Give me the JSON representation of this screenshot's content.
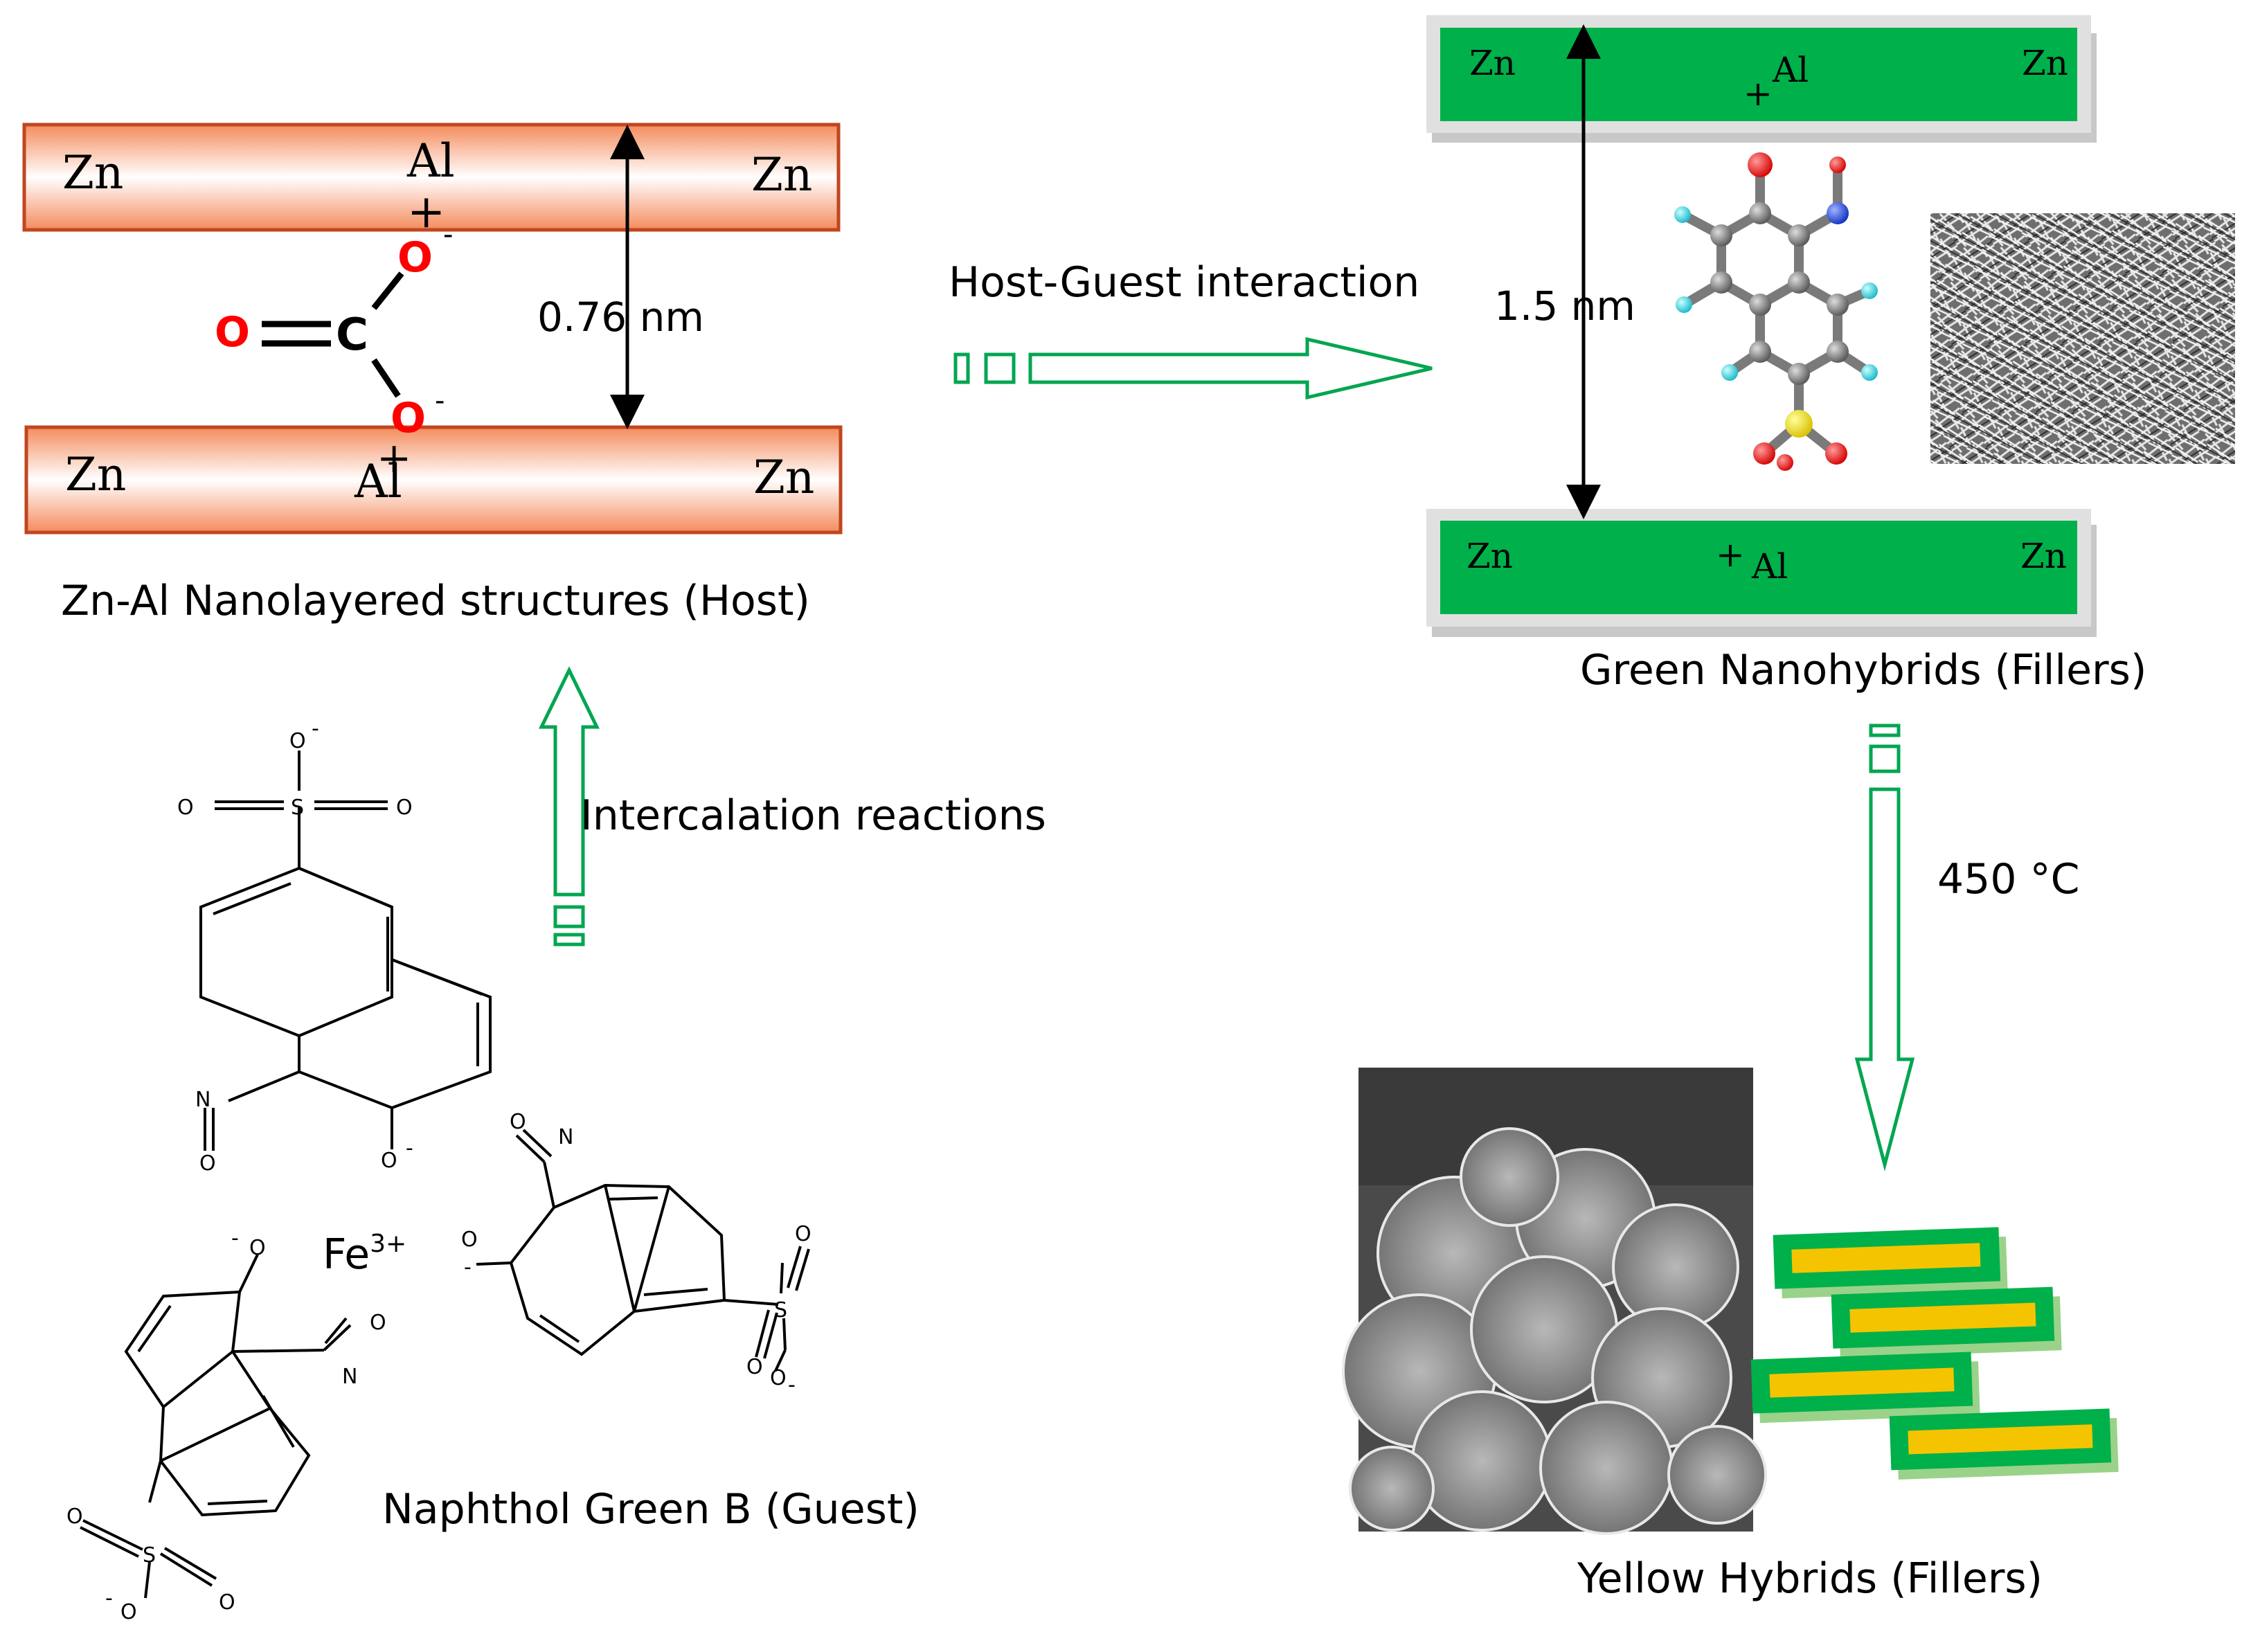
{
  "host_layers": {
    "top": {
      "left": "Zn",
      "center": "Al",
      "right": "Zn",
      "charge": "+"
    },
    "bottom": {
      "left": "Zn",
      "center": "Al",
      "right": "Zn",
      "charge": "+"
    },
    "spacing": "0.76 nm",
    "caption": "Zn-Al Nanolayered structures (Host)"
  },
  "carbonate": {
    "carbon": "C",
    "oxygen": "O",
    "charge": "-"
  },
  "green_layers": {
    "top": {
      "left": "Zn",
      "center": "Al",
      "right": "Zn",
      "charge": "+"
    },
    "bottom": {
      "left": "Zn",
      "center": "Al",
      "right": "Zn",
      "charge": "+"
    },
    "spacing": "1.5 nm",
    "caption": "Green Nanohybrids (Fillers)"
  },
  "arrows": {
    "host_guest": "Host-Guest interaction",
    "intercalation": "Intercalation reactions",
    "temperature": "450 °C"
  },
  "guest": {
    "caption": "Naphthol Green B (Guest)",
    "metal": "Fe",
    "metal_charge": "3+",
    "atoms": {
      "O": "O",
      "S": "S",
      "N": "N",
      "charge": "-"
    }
  },
  "yellow": {
    "caption": "Yellow Hybrids (Fillers)"
  },
  "colors": {
    "host_orange": "#f48b5c",
    "green_layer": "#00b04a",
    "yellow_core": "#f5c400",
    "arrow_green": "#00a651",
    "oxygen_red": "#ff0000"
  }
}
